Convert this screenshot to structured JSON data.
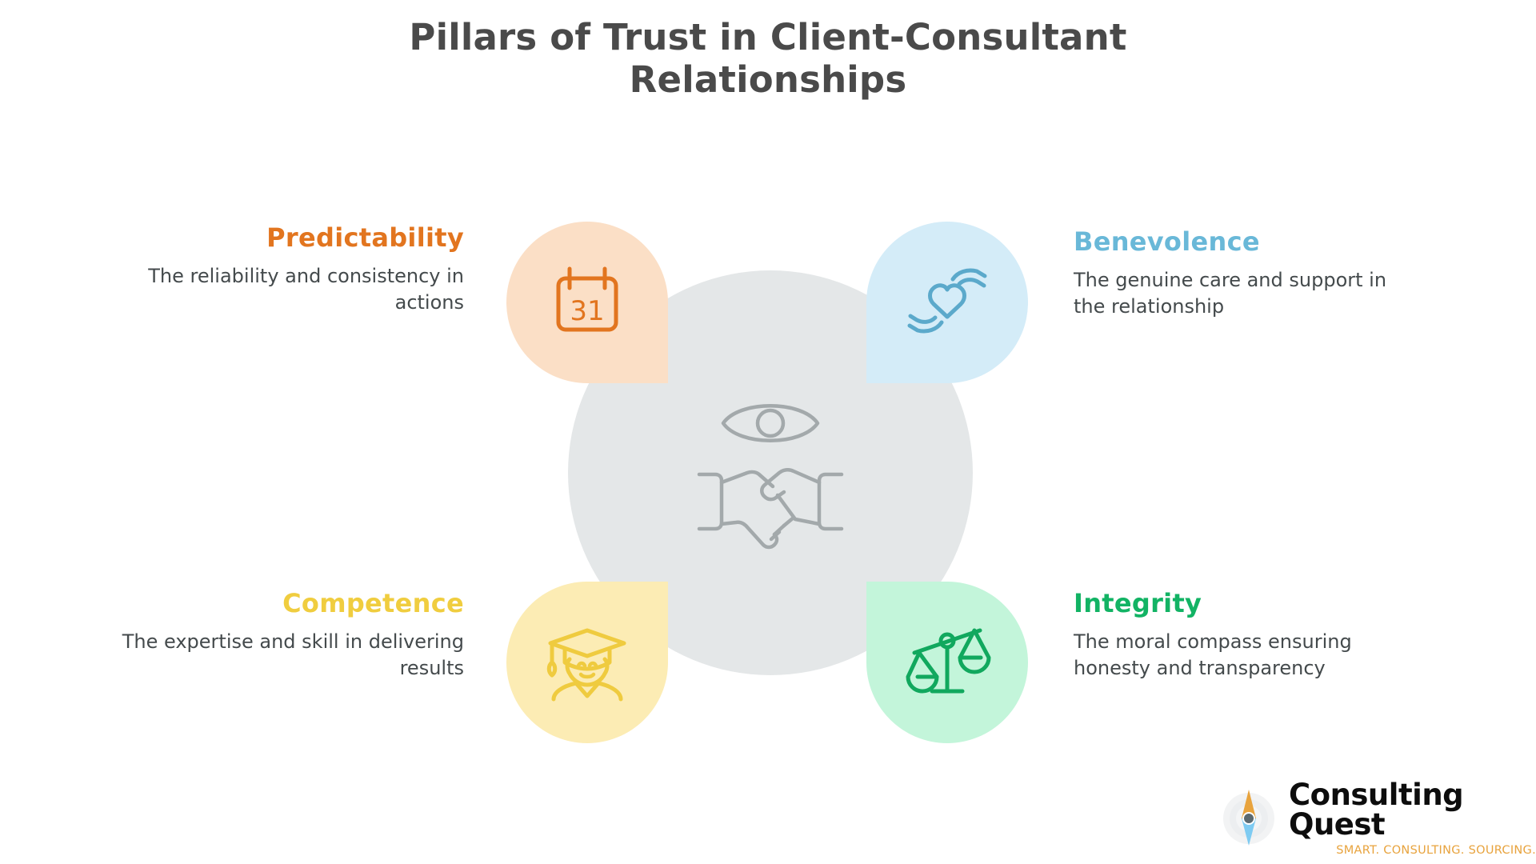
{
  "page": {
    "title": "Pillars of Trust in Client-Consultant Relationships",
    "title_line_1": "Pillars of Trust in Client-Consultant",
    "title_line_2": "Relationships",
    "background_color": "#ffffff",
    "title_color": "#4a4a4a"
  },
  "center": {
    "circle_color": "#e4e7e8",
    "icon_color": "#a3a9ab",
    "eye_icon": "eye-icon",
    "handshake_icon": "handshake-icon"
  },
  "pillars": [
    {
      "id": "predictability",
      "title": "Predictability",
      "description": "The reliability and consistency in actions",
      "title_color": "#e2751f",
      "blob_color": "#fbdfc6",
      "icon_color": "#e2751f",
      "icon": "calendar-icon",
      "icon_label": "31",
      "position": "top-left"
    },
    {
      "id": "benevolence",
      "title": "Benevolence",
      "description": "The genuine care and support in the relationship",
      "title_color": "#69b8d8",
      "blob_color": "#d4ecf8",
      "icon_color": "#5ba9cb",
      "icon": "hands-heart-icon",
      "position": "top-right"
    },
    {
      "id": "competence",
      "title": "Competence",
      "description": "The expertise and skill in delivering results",
      "title_color": "#f0cd3f",
      "blob_color": "#fcecb4",
      "icon_color": "#efcb3f",
      "icon": "graduate-icon",
      "position": "bottom-left"
    },
    {
      "id": "integrity",
      "title": "Integrity",
      "description": "The moral compass ensuring honesty and transparency",
      "title_color": "#12b364",
      "blob_color": "#c3f5da",
      "icon_color": "#11a85e",
      "icon": "balance-scales-icon",
      "position": "bottom-right"
    }
  ],
  "logo": {
    "name": "Consulting Quest",
    "tagline": "SMART. CONSULTING. SOURCING.",
    "name_color": "#0d0d0d",
    "tagline_color": "#e8a33d",
    "mark_top_color": "#e8a33d",
    "mark_bottom_color": "#7ecbf2",
    "mark_dot_color": "#5c6a70",
    "mark_icon": "compass-needle-icon"
  }
}
